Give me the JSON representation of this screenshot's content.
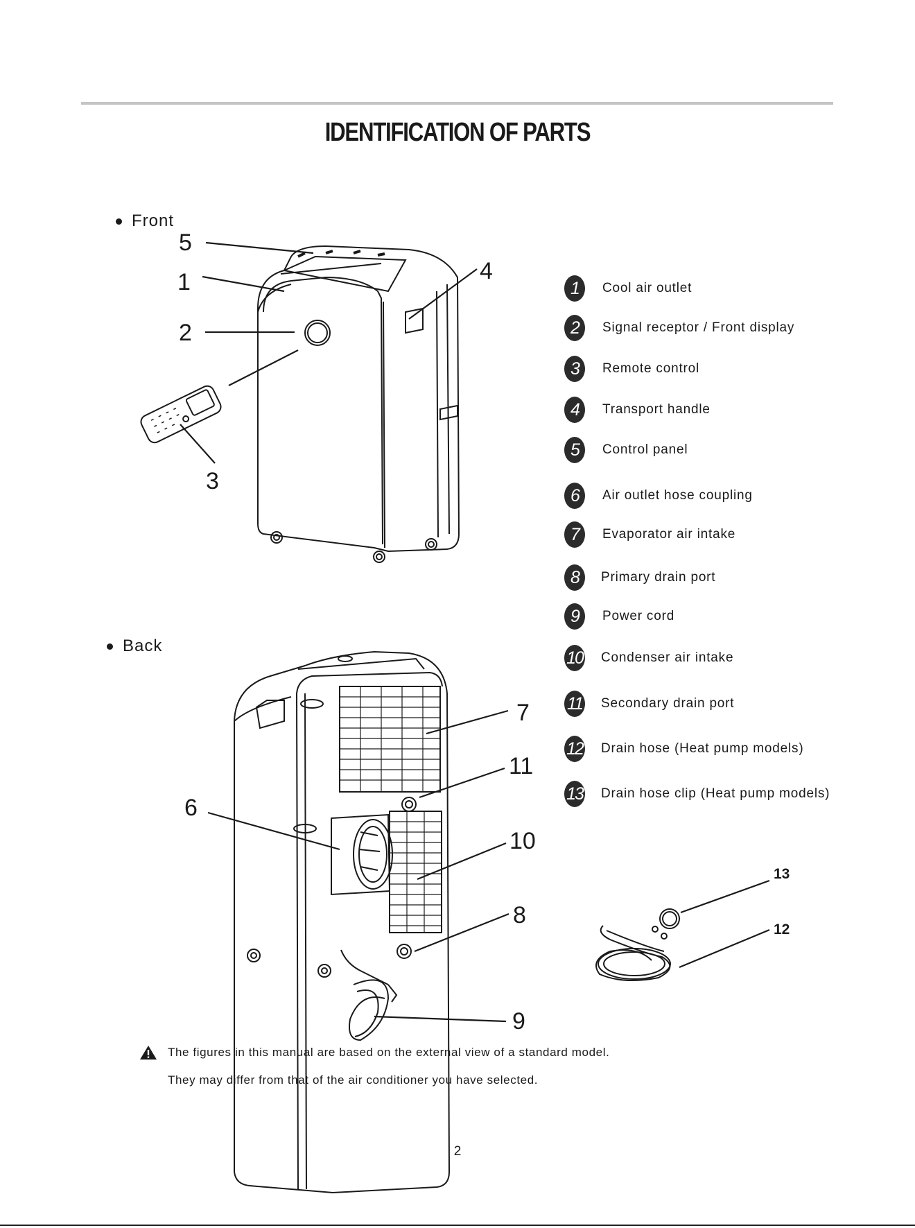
{
  "page": {
    "title": "IDENTIFICATION OF PARTS",
    "page_number": "2"
  },
  "sections": {
    "front": "Front",
    "back": "Back"
  },
  "callouts": {
    "front": [
      "5",
      "1",
      "2",
      "4",
      "3"
    ],
    "back": [
      "7",
      "11",
      "6",
      "10",
      "8",
      "9"
    ],
    "accessories": [
      "13",
      "12"
    ]
  },
  "legend": [
    {
      "num": "1",
      "label": "Cool air outlet"
    },
    {
      "num": "2",
      "label": "Signal receptor / Front display"
    },
    {
      "num": "3",
      "label": "Remote control"
    },
    {
      "num": "4",
      "label": "Transport handle"
    },
    {
      "num": "5",
      "label": "Control  panel"
    },
    {
      "num": "6",
      "label": "Air outlet hose coupling"
    },
    {
      "num": "7",
      "label": "Evaporator air intake"
    },
    {
      "num": "8",
      "label": "Primary drain port"
    },
    {
      "num": "9",
      "label": "Power cord"
    },
    {
      "num": "10",
      "label": "Condenser air intake"
    },
    {
      "num": "11",
      "label": "Secondary drain port"
    },
    {
      "num": "12",
      "label": "Drain hose (Heat pump models)"
    },
    {
      "num": "13",
      "label": "Drain hose clip (Heat pump models)"
    }
  ],
  "note": {
    "line1": "The figures in this manual are based on the external view of a standard model.",
    "line2": "They may differ from that of the air conditioner you have selected."
  },
  "icons": {
    "warning": "warning-triangle-icon"
  }
}
